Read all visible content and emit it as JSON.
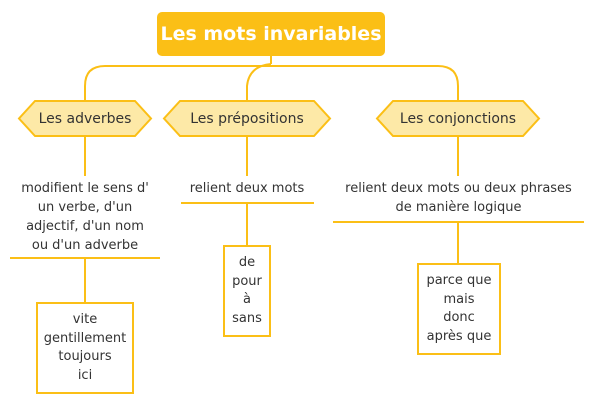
{
  "title": "Les mots invariables",
  "branches": [
    {
      "label": "Les adverbes",
      "description": [
        "modifient le sens d'",
        "un verbe, d'un",
        "adjectif, d'un nom",
        "ou d'un adverbe"
      ],
      "examples": [
        "vite",
        "gentillement",
        "toujours",
        "ici"
      ]
    },
    {
      "label": "Les prépositions",
      "description": [
        "relient deux mots"
      ],
      "examples": [
        "de",
        "pour",
        "à",
        "sans"
      ]
    },
    {
      "label": "Les conjonctions",
      "description": [
        "relient deux mots ou deux phrases",
        "de manière logique"
      ],
      "examples": [
        "parce que",
        "mais",
        "donc",
        "après que"
      ]
    }
  ],
  "colors": {
    "accent": "#fbbf16",
    "hex_fill": "#fde9a7",
    "text": "#333333"
  }
}
